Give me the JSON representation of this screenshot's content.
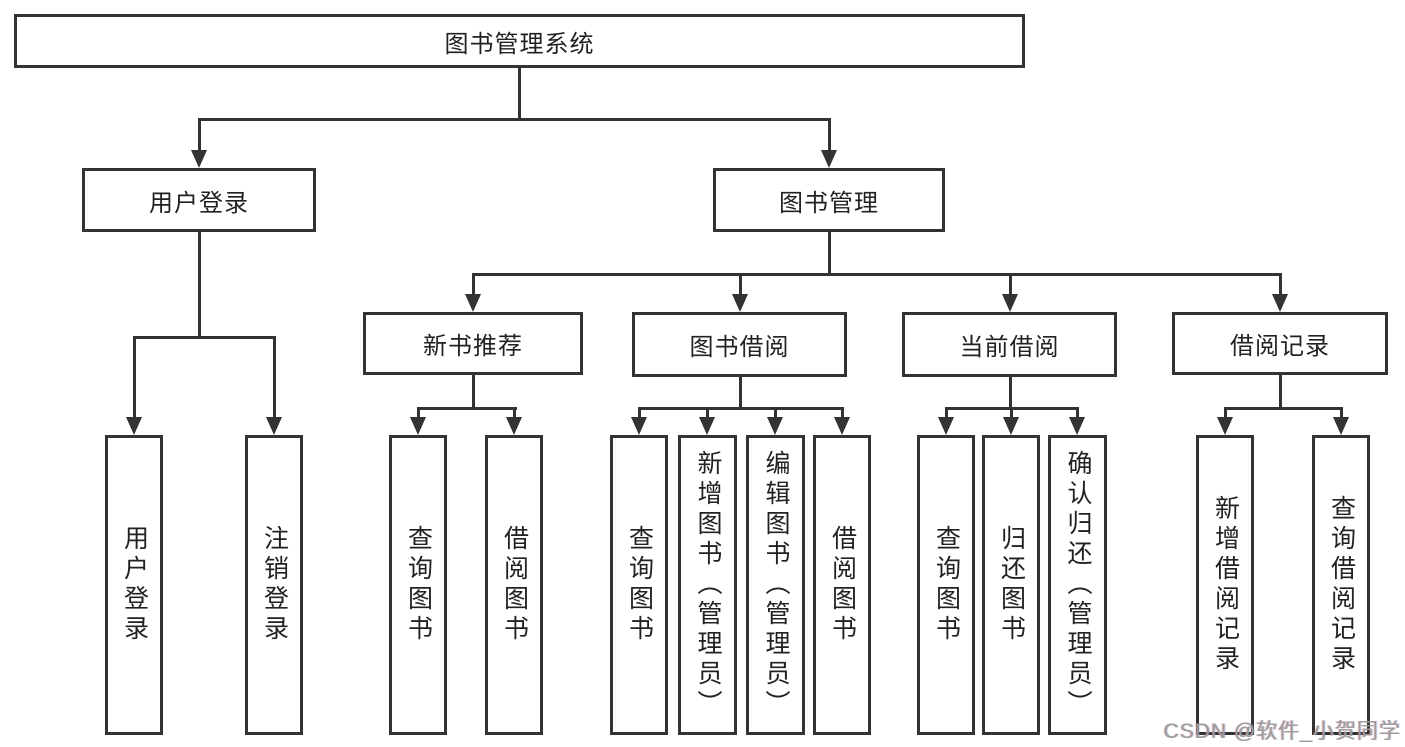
{
  "diagram": {
    "root": {
      "label": "图书管理系统"
    },
    "branches": [
      {
        "label": "用户登录",
        "children": [
          {
            "label": "用户登录"
          },
          {
            "label": "注销登录"
          }
        ]
      },
      {
        "label": "图书管理",
        "children": [
          {
            "label": "新书推荐",
            "children": [
              {
                "label": "查询图书"
              },
              {
                "label": "借阅图书"
              }
            ]
          },
          {
            "label": "图书借阅",
            "children": [
              {
                "label": "查询图书"
              },
              {
                "label": "新增图书（管理员）"
              },
              {
                "label": "编辑图书（管理员）"
              },
              {
                "label": "借阅图书"
              }
            ]
          },
          {
            "label": "当前借阅",
            "children": [
              {
                "label": "查询图书"
              },
              {
                "label": "归还图书"
              },
              {
                "label": "确认归还（管理员）"
              }
            ]
          },
          {
            "label": "借阅记录",
            "children": [
              {
                "label": "新增借阅记录"
              },
              {
                "label": "查询借阅记录"
              }
            ]
          }
        ]
      }
    ],
    "watermark": "CSDN @软件_小贺同学",
    "colors": {
      "line": "#333333",
      "text": "#222222",
      "background": "#ffffff",
      "watermark": "#9c9c9c"
    }
  }
}
